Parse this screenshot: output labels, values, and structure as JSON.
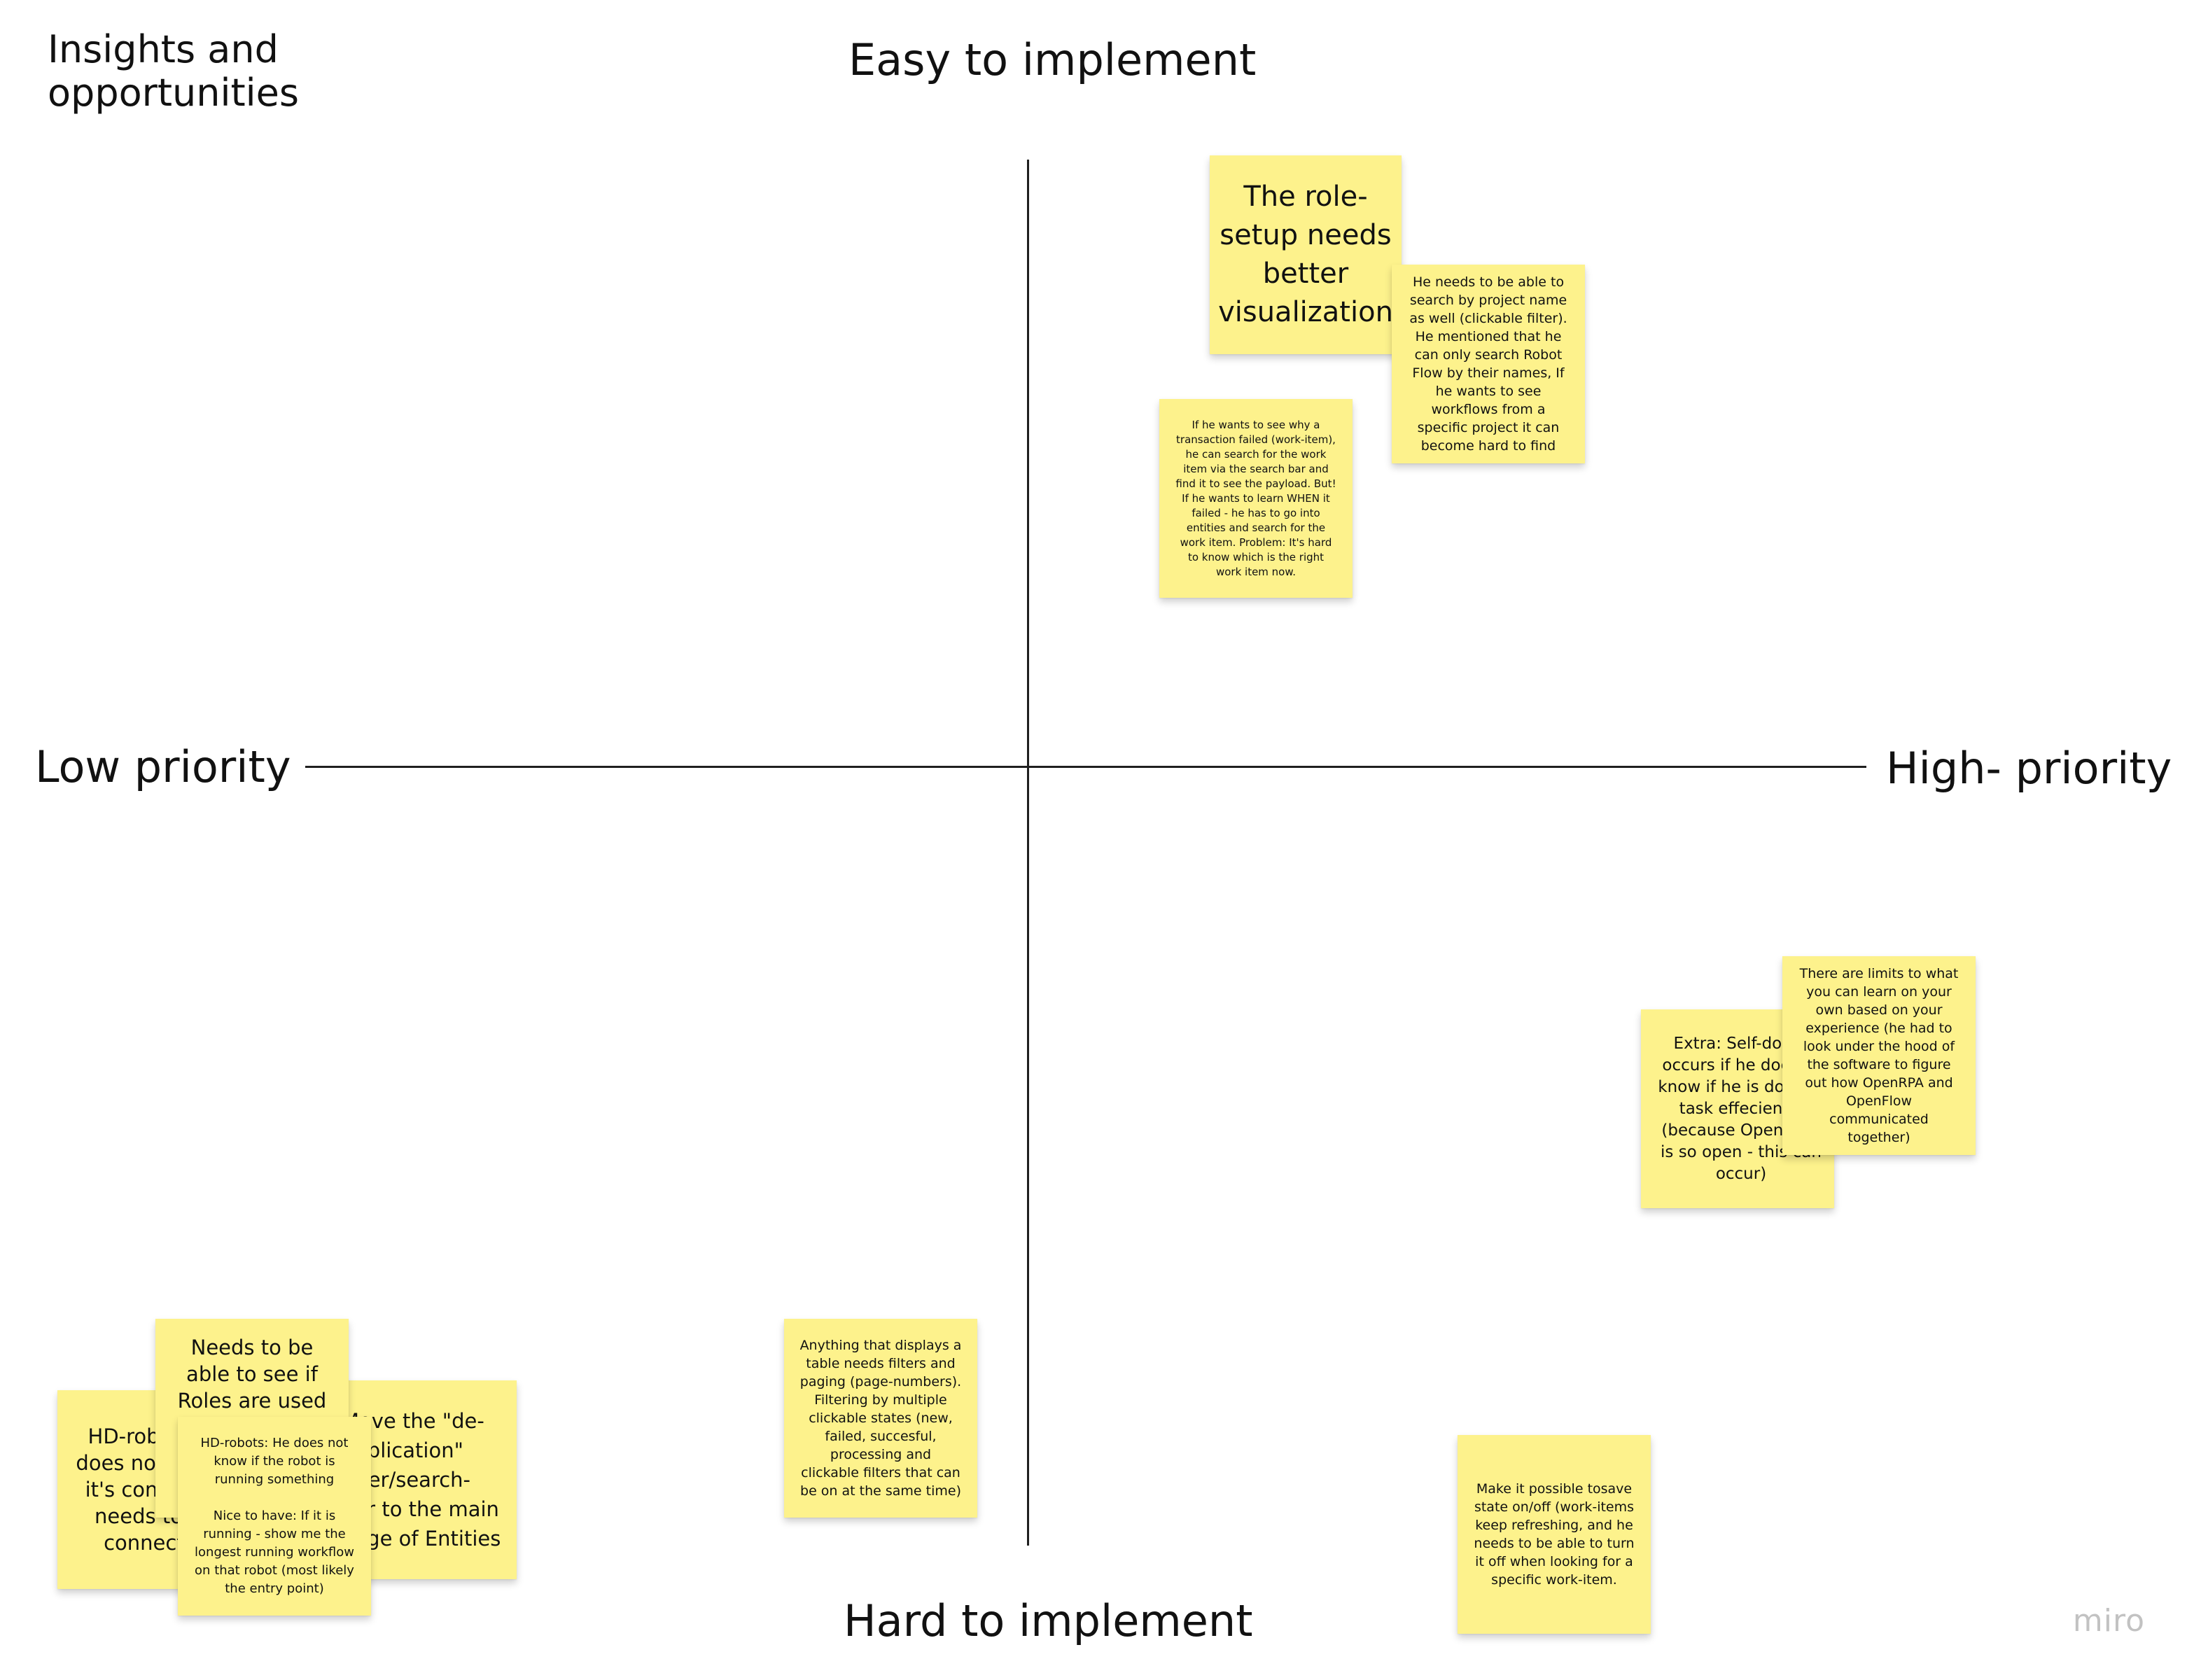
{
  "board": {
    "title": "Insights and\nopportunities",
    "brand": "miro",
    "colors": {
      "sticky": "#fdf28c",
      "axis": "#1f1f1f",
      "background": "#ffffff"
    }
  },
  "axes": {
    "top": "Easy to implement",
    "bottom": "Hard to implement",
    "left": "Low priority",
    "right": "High- priority"
  },
  "stickies": [
    {
      "text": "The role-\nsetup needs\nbetter\nvisualization"
    },
    {
      "text": "He needs to be able to search by project name as well (clickable filter). He mentioned that he can only search Robot Flow by their names, If he wants to see workflows from a specific project it can become hard to find"
    },
    {
      "text": "If he wants to see why a transaction failed (work-item), he can search for the work item via the search bar and find it to see the payload. But! If he wants to learn WHEN it failed - he has to go into entities and search for the work item. Problem: It's hard to know which is the right work item now."
    },
    {
      "text": "Extra: Self-doubt occurs if he doesn't know if he is doing a task effeciently (because OpenCore is so open - this can occur)"
    },
    {
      "text": "There are limits to what you can learn on your own based on your experience (he had to look under the hood of the software to figure out how OpenRPA and OpenFlow communicated together)"
    },
    {
      "text": "Anything that displays a table needs filters and paging (page-numbers). Filtering by multiple clickable states (new, failed, succesful, processing and clickable filters that can be on at the same time)"
    },
    {
      "text": "Make it possible tosave state on/off (work-items keep refreshing, and he needs to be able to turn it off when looking for a specific work-item."
    },
    {
      "text": "Move the \"de-duplication\" filter/search-bar to the main page of Entities"
    },
    {
      "text": "HD-robots: He does not know if it's connected, needs to see connection"
    },
    {
      "text": "Needs to be able to see if Roles are used anywhere"
    },
    {
      "text": "HD-robots: He does not know if the robot is running something\n\nNice to have: If it is running - show me the longest running workflow on that robot (most likely the entry point)"
    }
  ]
}
